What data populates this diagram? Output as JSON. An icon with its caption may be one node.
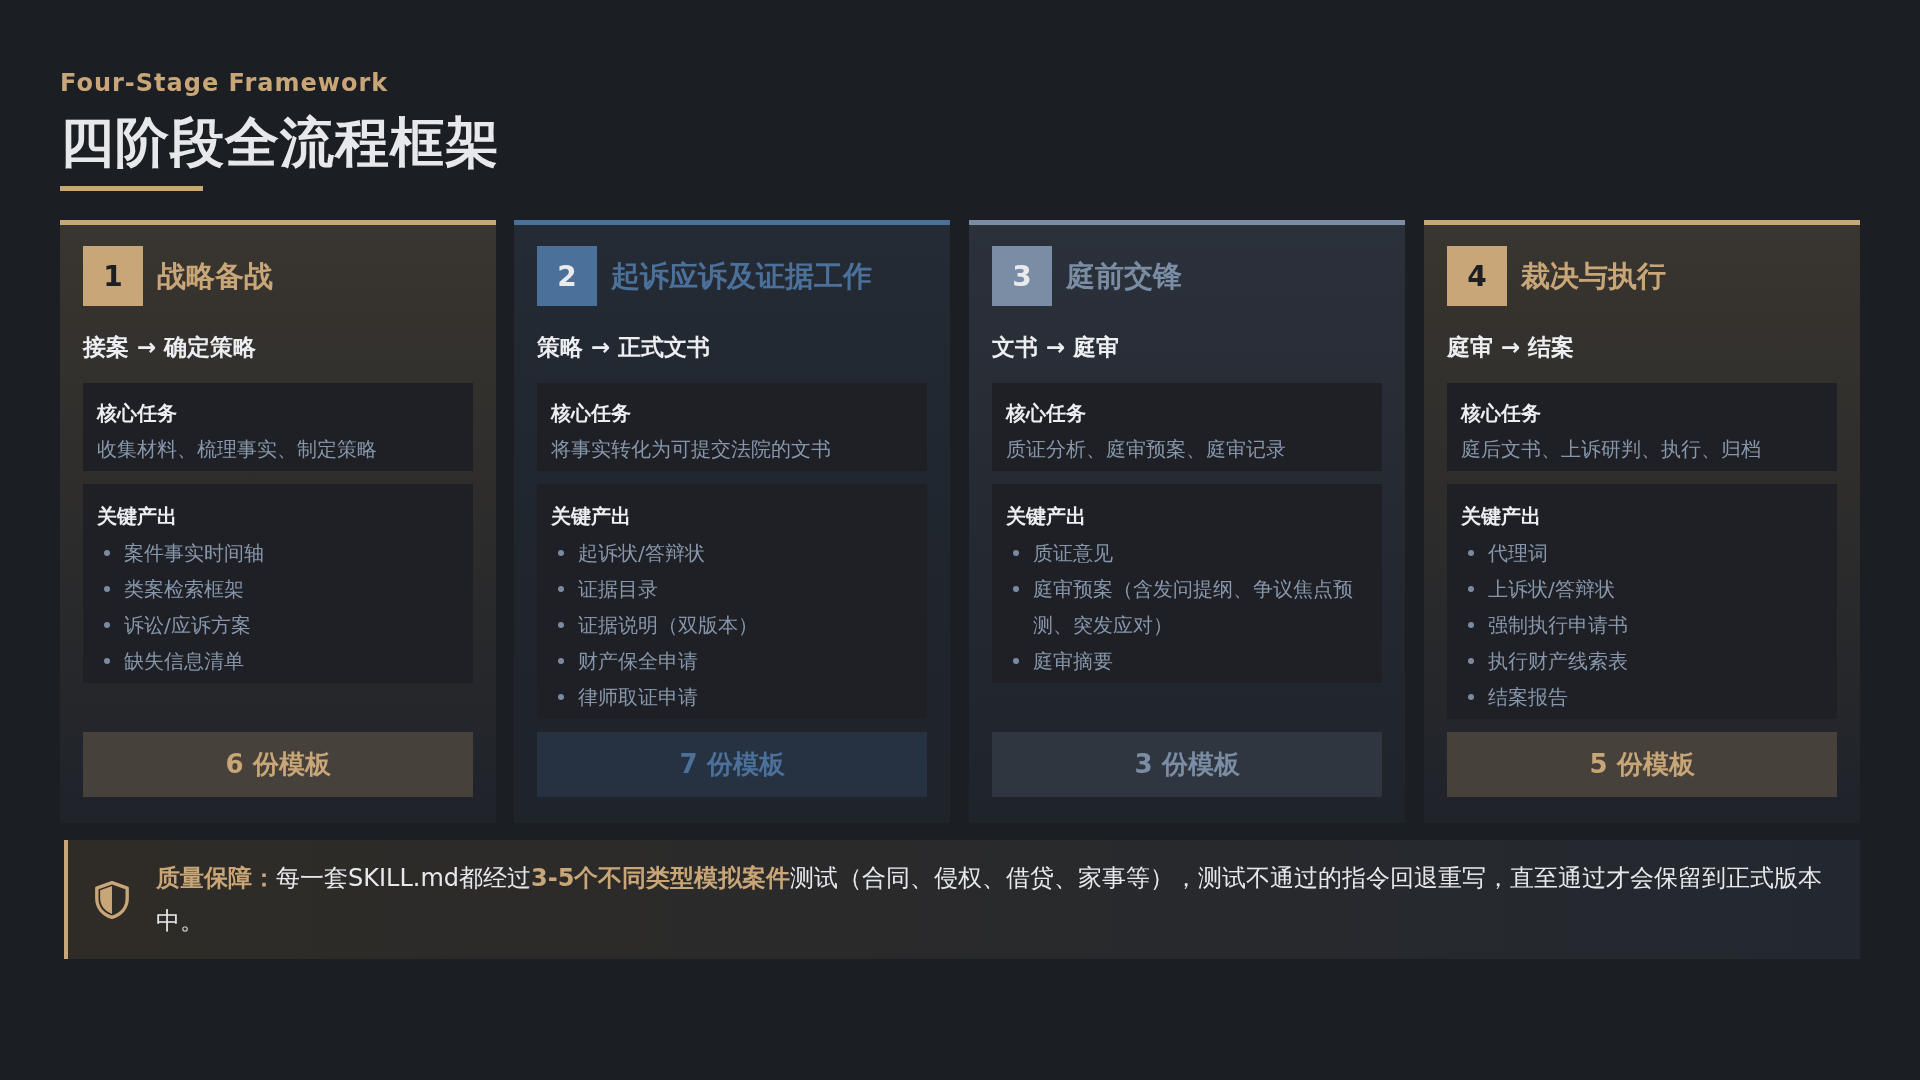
{
  "diagram": {
    "title": "四阶段全流程框架",
    "nodes": [
      {
        "text": [
          "战略备战",
          "接案 → 确定策略"
        ]
      },
      {
        "text": [
          "1"
        ],
        "in": 0
      },
      {
        "text": [
          "核心任务",
          "收集材料、梳理事实、制定策略"
        ],
        "in": 0
      },
      {
        "text": [
          "关键产出",
          "案件事实时间轴",
          "类案检索框架",
          "诉讼/应诉方案",
          "缺失信息清单"
        ],
        "in": 0
      },
      {
        "text": [
          "6 份模板"
        ],
        "in": 0
      },
      {
        "text": [
          "起诉应诉及证据工作",
          "策略 → 正式文书"
        ]
      },
      {
        "text": [
          "2"
        ],
        "in": 5
      },
      {
        "text": [
          "核心任务",
          "将事实转化为可提交法院的文书"
        ],
        "in": 5
      },
      {
        "text": [
          "关键产出",
          "起诉状/答辩状",
          "证据目录",
          "证据说明（双版本）",
          "财产保全申请",
          "律师取证申请"
        ],
        "in": 5
      },
      {
        "text": [
          "7 份模板"
        ],
        "in": 5
      },
      {
        "text": [
          "庭前交锋",
          "文书 → 庭审"
        ]
      },
      {
        "text": [
          "3"
        ],
        "in": 10
      },
      {
        "text": [
          "核心任务",
          "质证分析、庭审预案、庭审记录"
        ],
        "in": 10
      },
      {
        "text": [
          "关键产出",
          "质证意见",
          "庭审预案（含发问提纲、争议焦点预测、突发应对）",
          "庭审摘要"
        ],
        "in": 10
      },
      {
        "text": [
          "3 份模板"
        ],
        "in": 10
      },
      {
        "text": [
          "裁决与执行",
          "庭审 → 结案"
        ]
      },
      {
        "text": [
          "4"
        ],
        "in": 15
      },
      {
        "text": [
          "核心任务",
          "庭后文书、上诉研判、执行、归档"
        ],
        "in": 15
      },
      {
        "text": [
          "关键产出",
          "代理词",
          "上诉状/答辩状",
          "强制执行申请书",
          "执行财产线索表",
          "结案报告"
        ],
        "in": 15
      },
      {
        "text": [
          "5 份模板"
        ],
        "in": 15
      },
      {
        "text": [
          "**质量保障：**每一套SKILL.md都经过**3-5个不同类型模拟案件**测试（合同、侵权、借贷、家事等），测试不通过的指令回退重写，直至通过才会保留到正式版本中。"
        ]
      }
    ],
    "labels": [
      "Four-Stage Framework"
    ]
  }
}
